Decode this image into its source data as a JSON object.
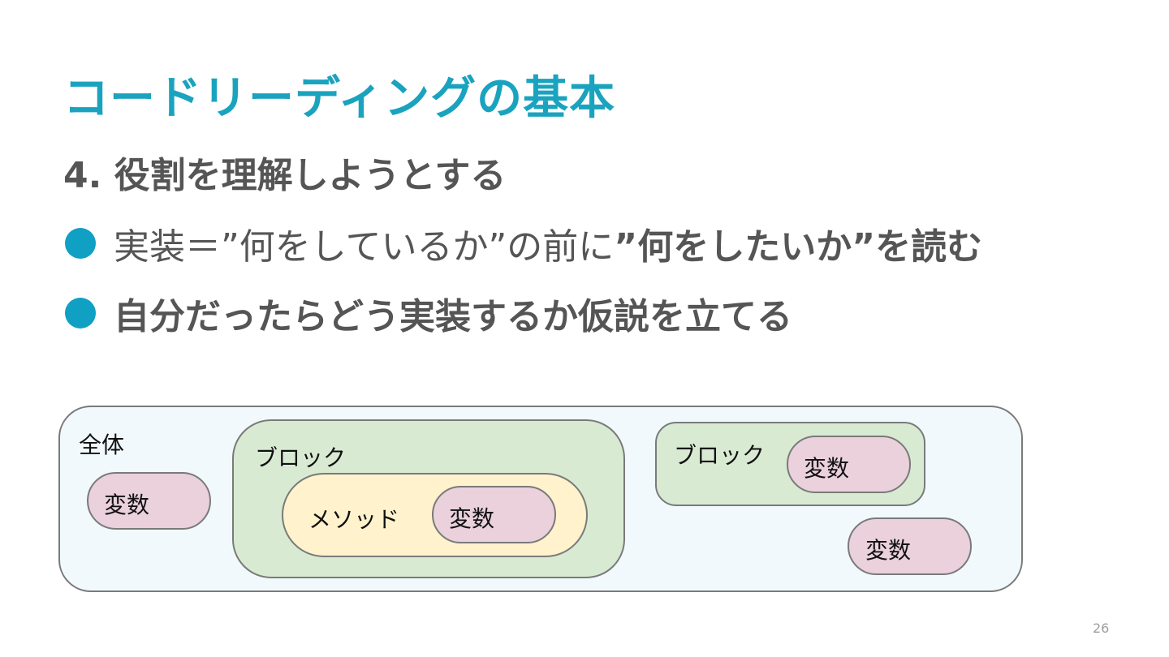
{
  "slide": {
    "title": "コードリーディングの基本",
    "subtitle": "4. 役割を理解しようとする",
    "bullets": [
      {
        "plain": "実装＝”何をしているか”の前に",
        "bold": "”何をしたいか”を読む"
      },
      {
        "bold": "自分だったらどう実装するか仮説を立てる"
      }
    ],
    "page_number": "26"
  },
  "diagram": {
    "whole_label": "全体",
    "block1_label": "ブロック",
    "method_label": "メソッド",
    "block2_label": "ブロック",
    "var_labels": [
      "変数",
      "変数",
      "変数",
      "変数"
    ]
  },
  "colors": {
    "title": "#1aa3bf",
    "bullet": "#0fa0c4",
    "text": "#555555",
    "whole_fill": "#f1f9fc",
    "block_fill": "#d9ead3",
    "method_fill": "#fff2cc",
    "variable_fill": "#ead1dc"
  }
}
